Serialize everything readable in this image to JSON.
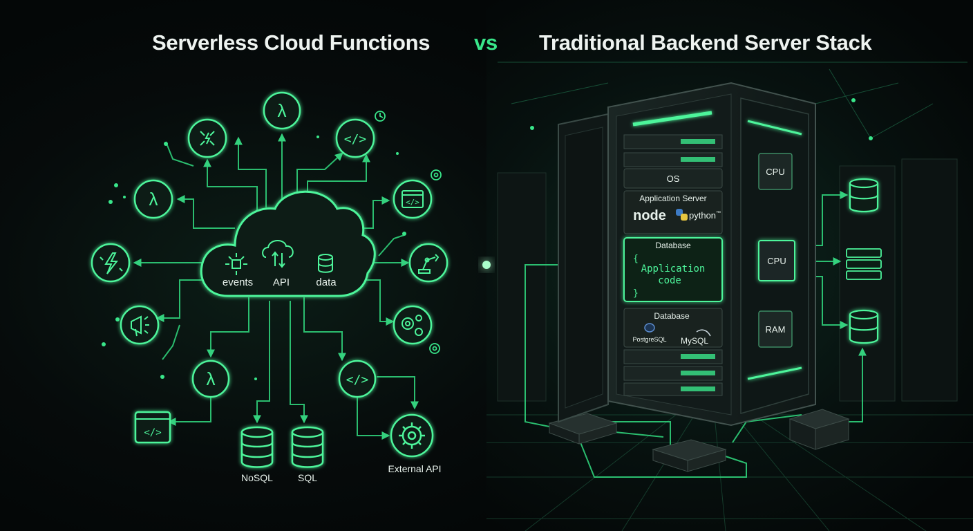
{
  "titles": {
    "left": "Serverless Cloud Functions",
    "vs": "vs",
    "right": "Traditional Backend Server Stack"
  },
  "cloud": {
    "events": "events",
    "api": "API",
    "data": "data"
  },
  "bottom_nodes": {
    "nosql": "NoSQL",
    "sql": "SQL",
    "external_api": "External API"
  },
  "icons": {
    "lambda": "λ",
    "code": "</>"
  },
  "rack": {
    "os": "OS",
    "app_server": "Application Server",
    "node": "node",
    "python": "python",
    "trademark": "™",
    "db_top": "Database",
    "code_open": "{",
    "code_line1": "Application",
    "code_line2": "code",
    "code_close": "}",
    "db_bottom": "Database",
    "postgres": "PostgreSQL",
    "mysql": "MySQL"
  },
  "door_chips": {
    "cpu_top": "CPU",
    "cpu_mid": "CPU",
    "ram": "RAM"
  },
  "colors": {
    "accent": "#39e68a",
    "glow": "#2fd07a",
    "background": "#05090a"
  }
}
